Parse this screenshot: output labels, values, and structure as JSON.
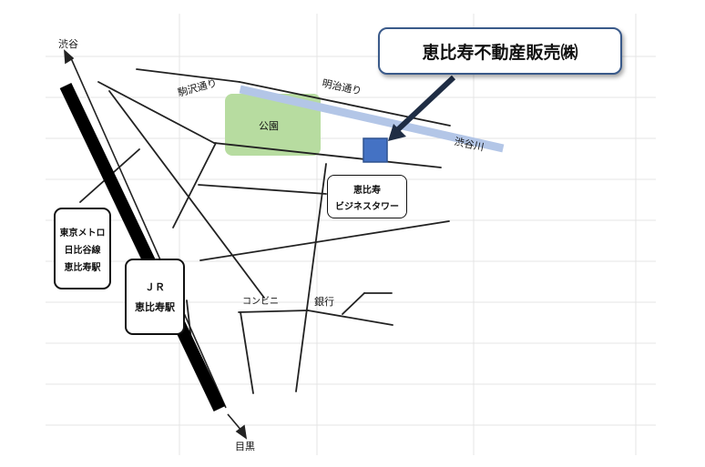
{
  "title_callout": "恵比寿不動産販売㈱",
  "places": {
    "shibuya": "渋谷",
    "meguro": "目黒",
    "komazawa_dori": "駒沢通り",
    "meiji_dori": "明治通り",
    "shibuya_river": "渋谷川",
    "park": "公園",
    "convenience_store": "コンビニ",
    "bank": "銀行"
  },
  "buildings": {
    "tower_line1": "恵比寿",
    "tower_line2": "ビジネスタワー"
  },
  "stations": {
    "metro_line1": "東京メトロ",
    "metro_line2": "日比谷線",
    "metro_line3": "恵比寿駅",
    "jr_line1": "ＪＲ",
    "jr_line2": "恵比寿駅"
  },
  "colors": {
    "park": "#b7dca0",
    "river": "#b3c6e7",
    "office_marker": "#4472c4",
    "arrow": "#1f2d44"
  }
}
